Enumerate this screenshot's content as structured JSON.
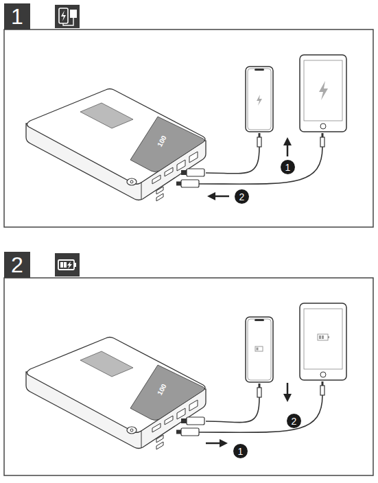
{
  "diagram": {
    "nodes": [
      {
        "text": [
          "1"
        ]
      },
      {
        "text": [
          "1"
        ]
      },
      {
        "text": [
          "2"
        ]
      },
      {
        "text": [
          "2"
        ]
      },
      {
        "text": [
          "2"
        ]
      },
      {
        "text": [
          "1"
        ]
      }
    ],
    "labels": [
      "100",
      "100"
    ]
  }
}
